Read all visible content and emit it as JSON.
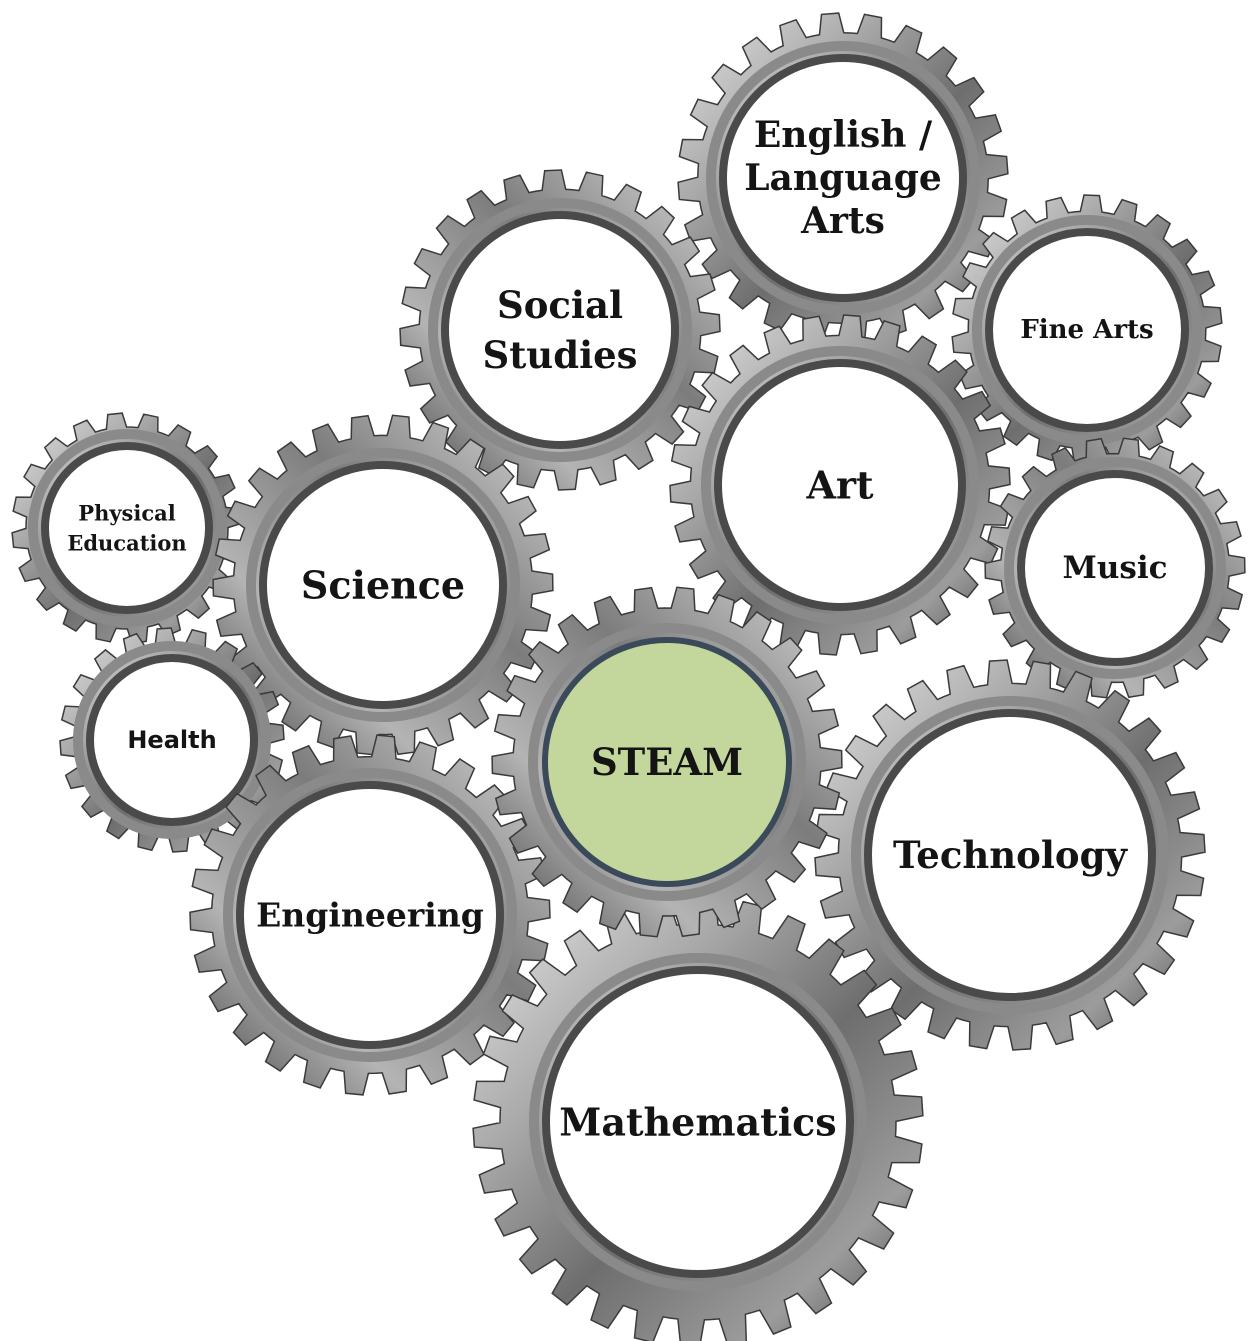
{
  "diagram": {
    "gears": [
      {
        "id": "english",
        "lines": [
          "English /",
          "Language",
          "Arts"
        ],
        "highlight": false
      },
      {
        "id": "social-studies",
        "lines": [
          "Social",
          "Studies"
        ],
        "highlight": false
      },
      {
        "id": "fine-arts",
        "lines": [
          "Fine Arts"
        ],
        "highlight": false
      },
      {
        "id": "art",
        "lines": [
          "Art"
        ],
        "highlight": false
      },
      {
        "id": "music",
        "lines": [
          "Music"
        ],
        "highlight": false
      },
      {
        "id": "physical-education",
        "lines": [
          "Physical",
          "Education"
        ],
        "highlight": false
      },
      {
        "id": "science",
        "lines": [
          "Science"
        ],
        "highlight": false
      },
      {
        "id": "health",
        "lines": [
          "Health"
        ],
        "highlight": false
      },
      {
        "id": "technology",
        "lines": [
          "Technology"
        ],
        "highlight": false
      },
      {
        "id": "engineering",
        "lines": [
          "Engineering"
        ],
        "highlight": false
      },
      {
        "id": "mathematics",
        "lines": [
          "Mathematics"
        ],
        "highlight": false
      },
      {
        "id": "steam",
        "lines": [
          "STEAM"
        ],
        "highlight": true
      }
    ],
    "colors": {
      "gear_light": "#d2d2d2",
      "gear_mid": "#8a8a8a",
      "gear_dark": "#3a3a3a",
      "ring": "#4a4a4a",
      "face": "#ffffff",
      "highlight_face": "#c3d69b",
      "highlight_ring": "#3b4a5a",
      "text": "#141414"
    }
  }
}
